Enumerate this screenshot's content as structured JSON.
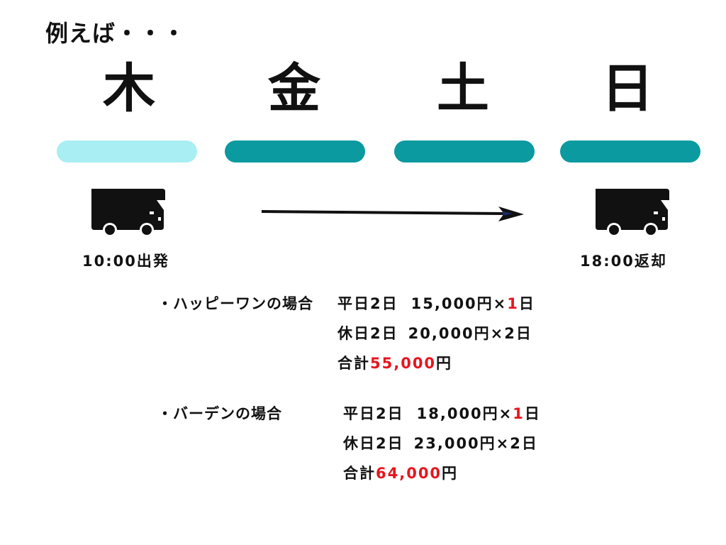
{
  "heading": "例えば・・・",
  "days": [
    "木",
    "金",
    "土",
    "日"
  ],
  "colors": {
    "light_bar": "#a8eef3",
    "dark_bar": "#0a9aa0",
    "highlight": "#e8141c",
    "text": "#111111"
  },
  "timeline": {
    "departure": "10:00出発",
    "return": "18:00返却",
    "icons": [
      "camper-truck-icon",
      "arrow-right-icon",
      "camper-truck-icon"
    ]
  },
  "plans": [
    {
      "label": "・ハッピーワンの場合",
      "weekday": {
        "label": "平日2日",
        "price": "15,000円×",
        "count": "1",
        "unit": "日"
      },
      "holiday": {
        "label": "休日2日",
        "price": "20,000円×2日"
      },
      "total": {
        "label": "合計",
        "amount": "55,000",
        "unit": "円"
      }
    },
    {
      "label": "・バーデンの場合",
      "weekday": {
        "label": "平日2日",
        "price": "18,000円×",
        "count": "1",
        "unit": "日"
      },
      "holiday": {
        "label": "休日2日",
        "price": "23,000円×2日"
      },
      "total": {
        "label": "合計",
        "amount": "64,000",
        "unit": "円"
      }
    }
  ]
}
